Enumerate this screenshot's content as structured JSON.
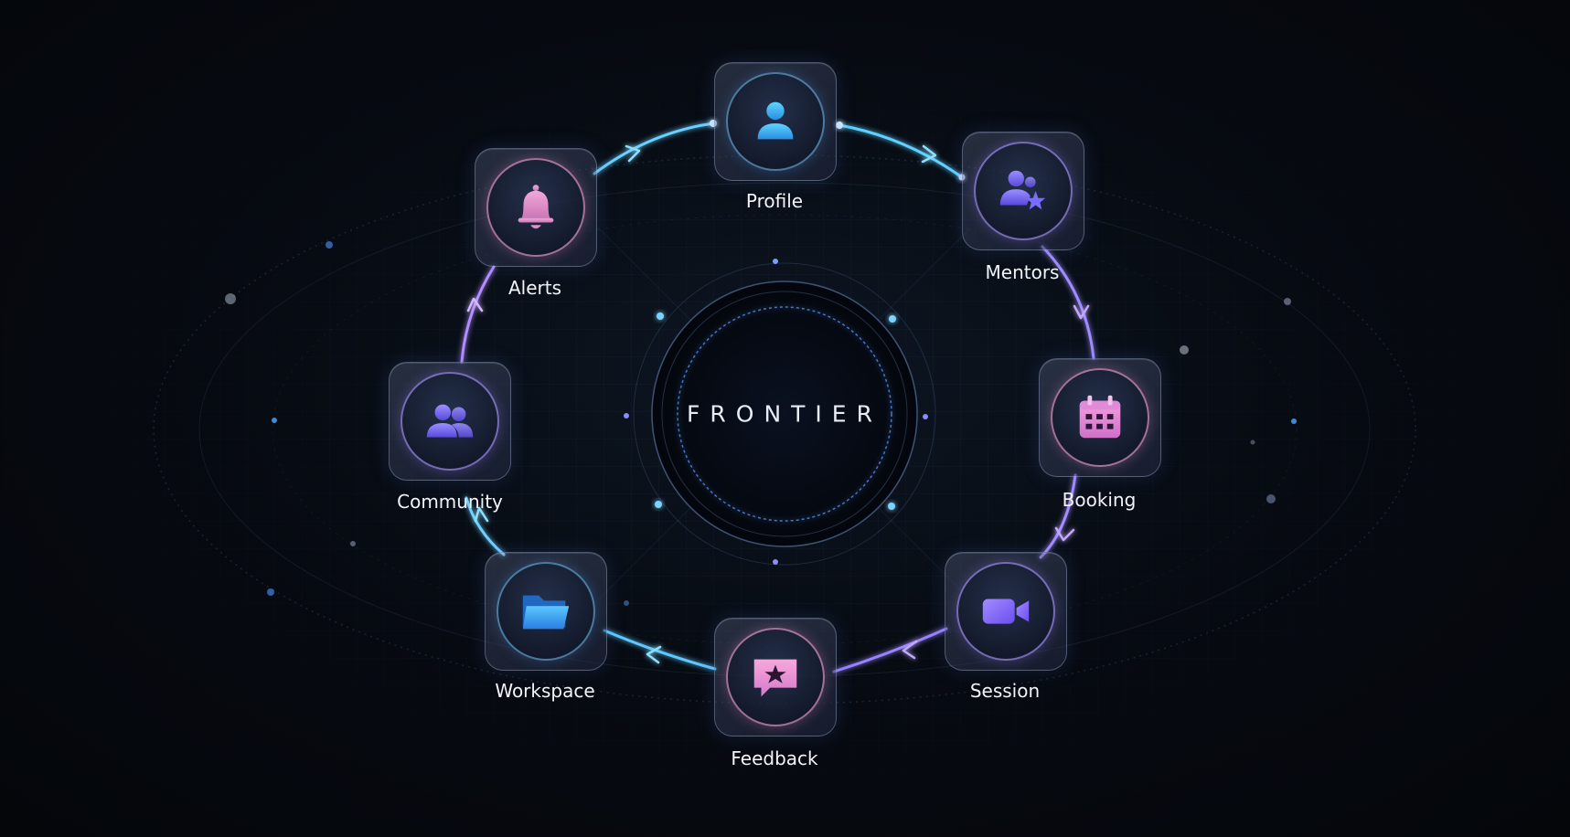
{
  "center": {
    "title": "FRONTIER"
  },
  "nodes": [
    {
      "label": "Profile",
      "icon": "person-icon",
      "accent": "#3ab8f0"
    },
    {
      "label": "Mentors",
      "icon": "mentor-star-icon",
      "accent": "#7a6cf0"
    },
    {
      "label": "Booking",
      "icon": "calendar-icon",
      "accent": "#e48ad8"
    },
    {
      "label": "Session",
      "icon": "video-camera-icon",
      "accent": "#8a72f8"
    },
    {
      "label": "Feedback",
      "icon": "star-message-icon",
      "accent": "#f09ad4"
    },
    {
      "label": "Workspace",
      "icon": "folder-icon",
      "accent": "#2f9fe8"
    },
    {
      "label": "Community",
      "icon": "group-icon",
      "accent": "#7a66f0"
    },
    {
      "label": "Alerts",
      "icon": "bell-icon",
      "accent": "#e890c8"
    }
  ],
  "colors": {
    "cyan": "#4fd0ff",
    "violet": "#a07cff",
    "pink": "#e890c8"
  }
}
